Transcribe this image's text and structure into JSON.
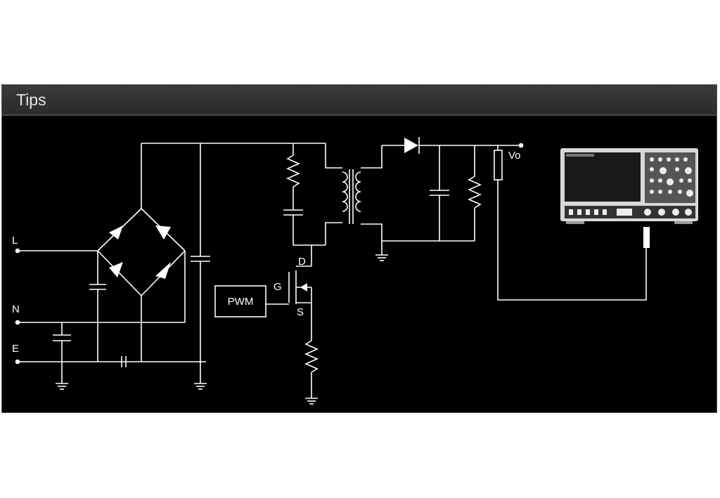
{
  "window": {
    "title": "Tips"
  },
  "schematic": {
    "labels": {
      "line": "L",
      "neutral": "N",
      "earth": "E",
      "pwm": "PWM",
      "gate": "G",
      "drain": "D",
      "source": "S",
      "output": "Vo"
    },
    "icons": [
      "bridge-rectifier-icon",
      "mosfet-icon",
      "transformer-icon",
      "diode-icon",
      "oscilloscope-icon",
      "probe-icon"
    ]
  }
}
